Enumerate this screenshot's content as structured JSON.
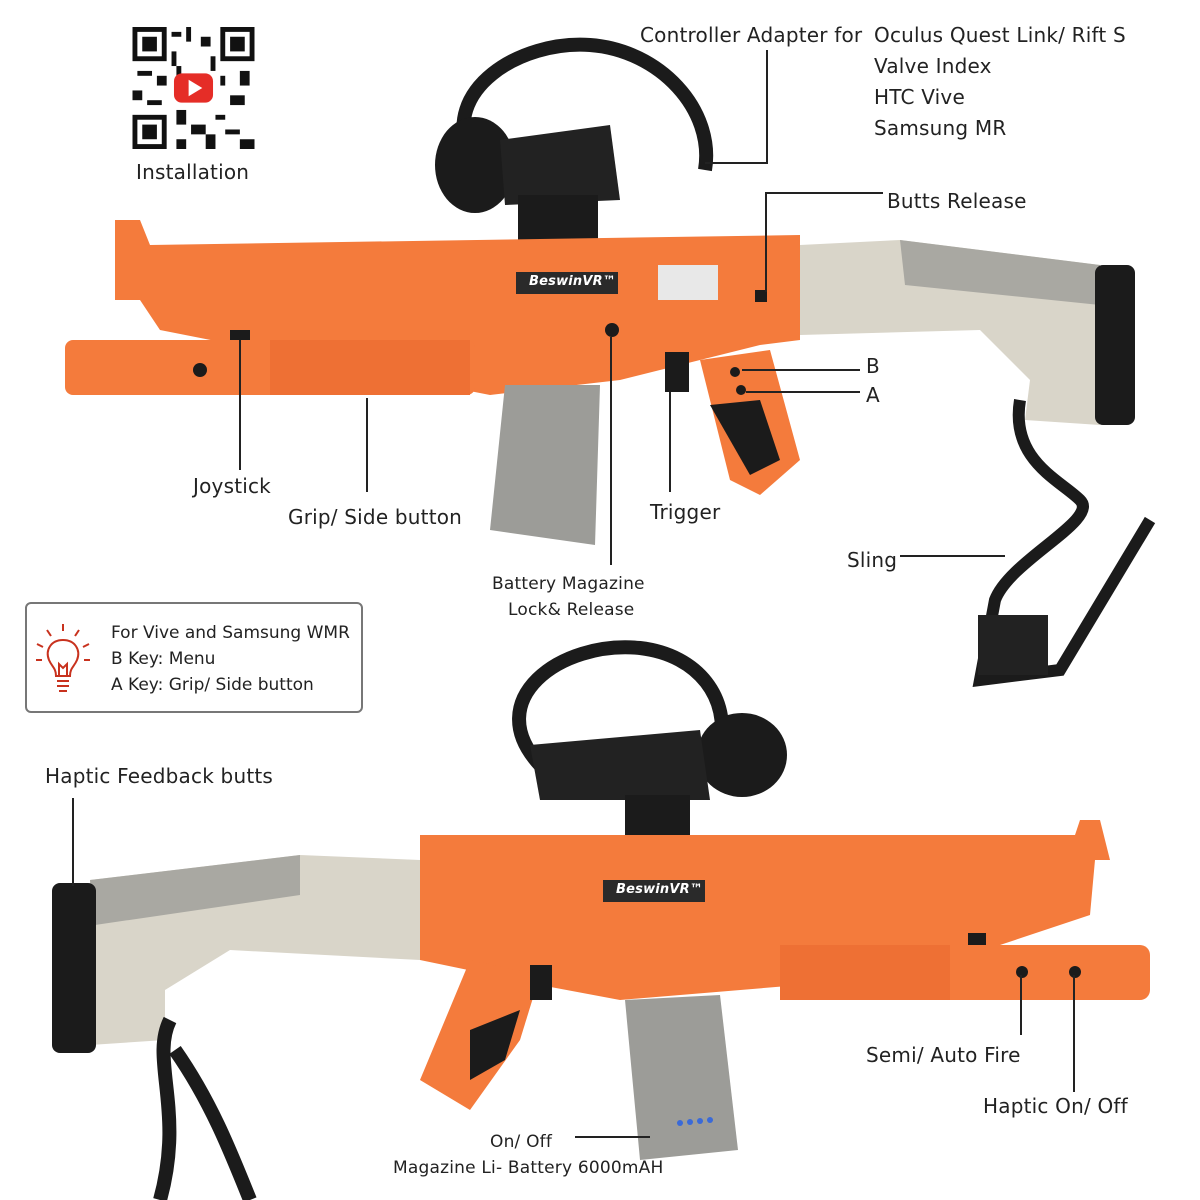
{
  "qr": {
    "caption": "Installation",
    "icon": "youtube-play-icon"
  },
  "adapter": {
    "label": "Controller Adapter for",
    "headsets": [
      "Oculus Quest Link/ Rift S",
      "Valve Index",
      "HTC Vive",
      "Samsung MR"
    ]
  },
  "callouts_top": {
    "butts_release": "Butts Release",
    "b": "B",
    "a": "A",
    "joystick": "Joystick",
    "grip": "Grip/ Side button",
    "trigger": "Trigger",
    "battery_line1": "Battery Magazine",
    "battery_line2": "Lock& Release",
    "sling": "Sling"
  },
  "info_box": {
    "icon": "lightbulb-icon",
    "lines": [
      "For Vive and Samsung WMR",
      "B Key: Menu",
      "A Key: Grip/ Side button"
    ]
  },
  "callouts_bottom": {
    "haptic_butts": "Haptic Feedback butts",
    "semi_auto": "Semi/ Auto Fire",
    "haptic_onoff": "Haptic On/ Off",
    "on_off": "On/ Off",
    "magazine": "Magazine Li- Battery 6000mAH"
  },
  "brand": "BeswinVR™",
  "colors": {
    "orange": "#f47b3c",
    "silver": "#d9d5c9",
    "magazine": "#9c9c98",
    "black": "#1b1b1b",
    "accent_red": "#c8321e"
  }
}
